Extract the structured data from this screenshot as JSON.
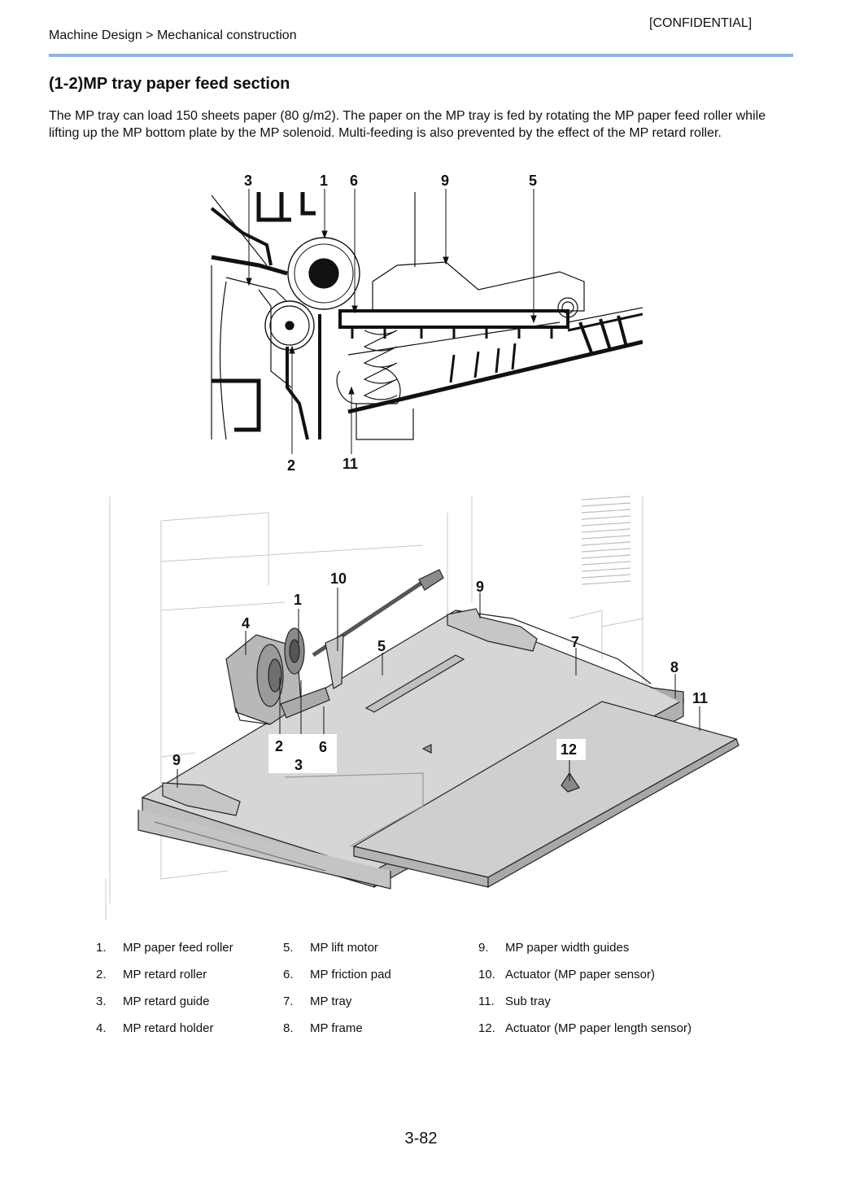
{
  "header": {
    "confidential": "[CONFIDENTIAL]",
    "breadcrumb": "Machine Design > Mechanical construction"
  },
  "section": {
    "title": "(1-2)MP tray paper feed section",
    "intro": "The MP tray can load 150 sheets paper (80 g/m2). The paper on the MP tray is fed by rotating the MP paper feed roller while lifting up the MP bottom plate by the MP solenoid. Multi-feeding is also prevented by the effect of the MP retard roller."
  },
  "figure_top": {
    "callouts": [
      "3",
      "1",
      "6",
      "9",
      "5",
      "2",
      "11"
    ]
  },
  "figure_bottom": {
    "callouts": [
      "10",
      "1",
      "9",
      "4",
      "5",
      "7",
      "8",
      "11",
      "2",
      "6",
      "3",
      "9",
      "12"
    ]
  },
  "legend": [
    {
      "num": "1.",
      "label": "MP paper feed roller"
    },
    {
      "num": "2.",
      "label": "MP retard roller"
    },
    {
      "num": "3.",
      "label": "MP retard guide"
    },
    {
      "num": "4.",
      "label": "MP retard holder"
    },
    {
      "num": "5.",
      "label": "MP lift motor"
    },
    {
      "num": "6.",
      "label": "MP friction pad"
    },
    {
      "num": "7.",
      "label": "MP tray"
    },
    {
      "num": "8.",
      "label": "MP frame"
    },
    {
      "num": "9.",
      "label": "MP paper width guides"
    },
    {
      "num": "10.",
      "label": "Actuator (MP paper sensor)"
    },
    {
      "num": "11.",
      "label": "Sub tray"
    },
    {
      "num": "12.",
      "label": "Actuator (MP paper length sensor)"
    }
  ],
  "footer": {
    "page_number": "3-82"
  }
}
